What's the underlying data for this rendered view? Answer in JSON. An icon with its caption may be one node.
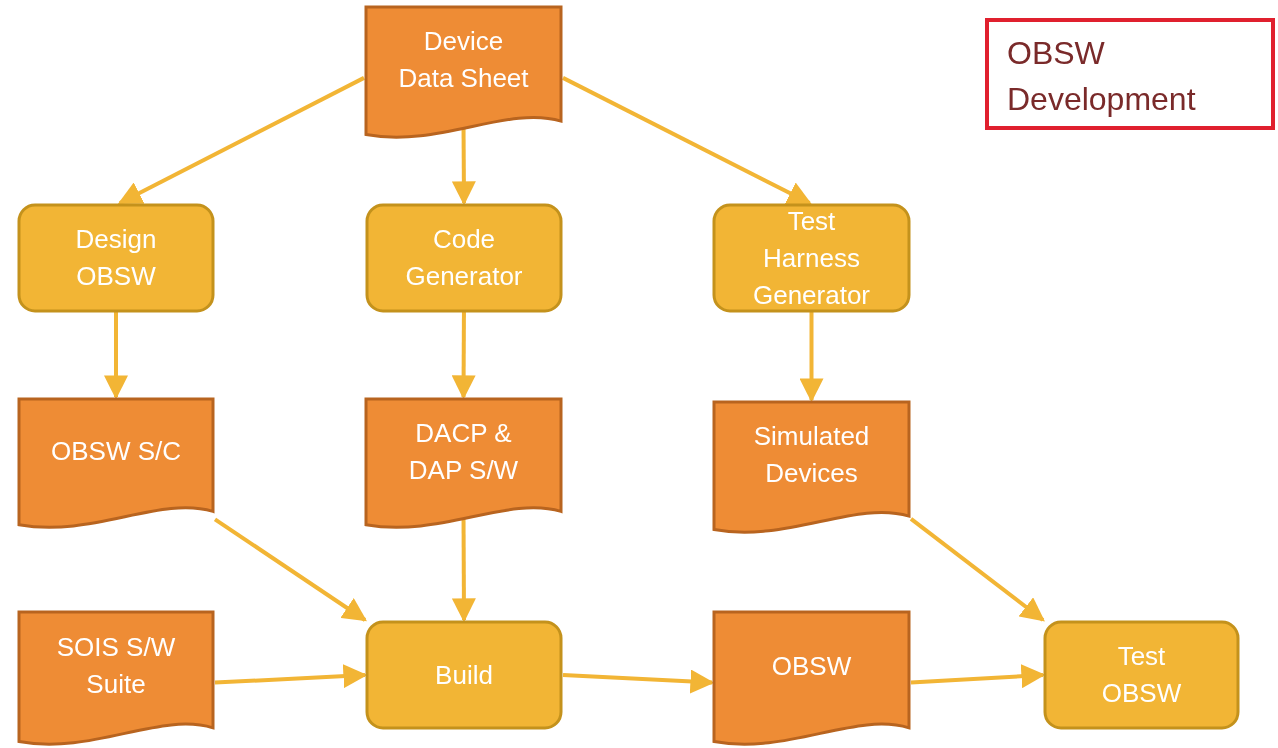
{
  "diagram": {
    "nodes": [
      {
        "text": [
          "Device Data Sheet"
        ]
      },
      {
        "text": [
          "Design OBSW"
        ]
      },
      {
        "text": [
          "Code Generator"
        ]
      },
      {
        "text": [
          "Test Harness Generator"
        ]
      },
      {
        "text": [
          "OBSW S/C"
        ]
      },
      {
        "text": [
          "DACP & DAP S/W"
        ]
      },
      {
        "text": [
          "Simulated Devices"
        ]
      },
      {
        "text": [
          "SOIS S/W Suite"
        ]
      },
      {
        "text": [
          "Build"
        ]
      },
      {
        "text": [
          "OBSW"
        ]
      },
      {
        "text": [
          "Test OBSW"
        ]
      },
      {
        "text": [
          "OBSW Development"
        ]
      }
    ],
    "edges": [
      {
        "from": 0,
        "to": 1,
        "arrow": "to"
      },
      {
        "from": 0,
        "to": 2,
        "arrow": "to"
      },
      {
        "from": 0,
        "to": 3,
        "arrow": "to"
      },
      {
        "from": 1,
        "to": 4,
        "arrow": "to"
      },
      {
        "from": 2,
        "to": 5,
        "arrow": "to"
      },
      {
        "from": 3,
        "to": 6,
        "arrow": "to"
      },
      {
        "from": 4,
        "to": 8,
        "arrow": "to"
      },
      {
        "from": 5,
        "to": 8,
        "arrow": "to"
      },
      {
        "from": 6,
        "to": 10,
        "arrow": "to"
      },
      {
        "from": 7,
        "to": 8,
        "arrow": "to"
      },
      {
        "from": 8,
        "to": 9,
        "arrow": "to"
      },
      {
        "from": 9,
        "to": 10,
        "arrow": "to"
      }
    ]
  }
}
